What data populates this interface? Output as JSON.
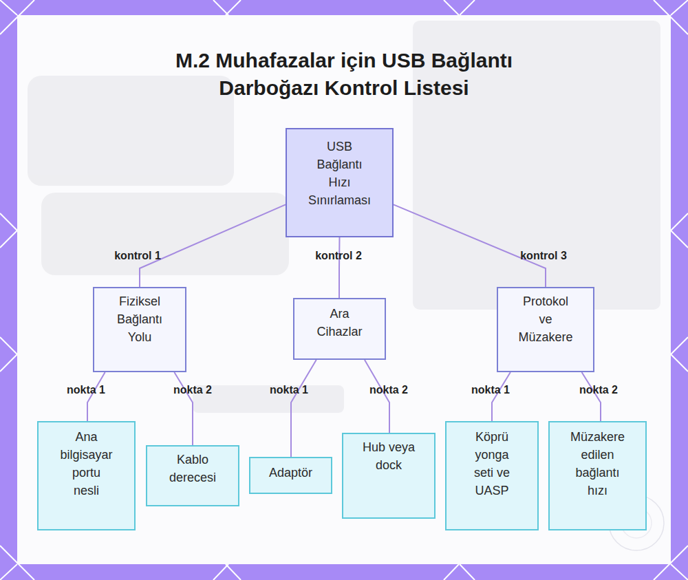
{
  "diagram": {
    "title": "M.2 Muhafazalar için USB Bağlantı Darboğazı Kontrol Listesi",
    "nodes": [
      {
        "text": [
          "USB Bağlantı Hızı Sınırlaması"
        ]
      },
      {
        "text": [
          "Fiziksel Bağlantı Yolu"
        ]
      },
      {
        "text": [
          "Ara Cihazlar"
        ]
      },
      {
        "text": [
          "Protokol ve Müzakere"
        ]
      },
      {
        "text": [
          "Ana bilgisayar portu nesli"
        ]
      },
      {
        "text": [
          "Kablo derecesi"
        ]
      },
      {
        "text": [
          "Adaptör"
        ]
      },
      {
        "text": [
          "Hub veya dock"
        ]
      },
      {
        "text": [
          "Köprü yonga seti ve UASP"
        ]
      },
      {
        "text": [
          "Müzakere edilen bağlantı hızı"
        ]
      }
    ],
    "edges": [
      {
        "from": 0,
        "to": 1,
        "label": "kontrol 1",
        "arrow": "none"
      },
      {
        "from": 0,
        "to": 2,
        "label": "kontrol 2",
        "arrow": "none"
      },
      {
        "from": 0,
        "to": 3,
        "label": "kontrol 3",
        "arrow": "none"
      },
      {
        "from": 1,
        "to": 4,
        "label": "nokta 1",
        "arrow": "none"
      },
      {
        "from": 1,
        "to": 5,
        "label": "nokta 2",
        "arrow": "none"
      },
      {
        "from": 2,
        "to": 6,
        "label": "nokta 1",
        "arrow": "none"
      },
      {
        "from": 2,
        "to": 7,
        "label": "nokta 2",
        "arrow": "none"
      },
      {
        "from": 3,
        "to": 8,
        "label": "nokta 1",
        "arrow": "none"
      },
      {
        "from": 3,
        "to": 9,
        "label": "nokta 2",
        "arrow": "none"
      }
    ]
  }
}
